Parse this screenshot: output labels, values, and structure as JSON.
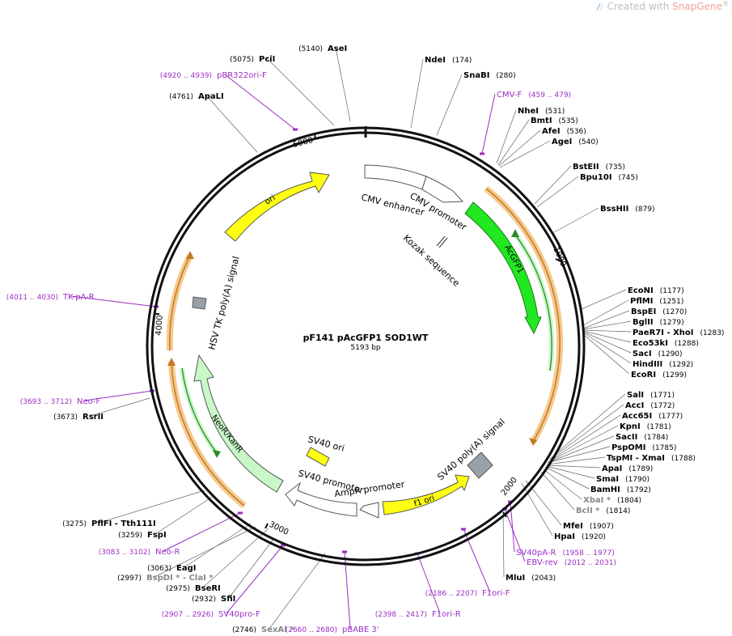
{
  "watermark": {
    "prefix": "Created with ",
    "brand": "SnapGene",
    "reg": "®"
  },
  "plasmid": {
    "name": "pF141 pAcGFP1 SOD1WT",
    "length_label": "5193 bp"
  },
  "ticks": [
    "1000",
    "2000",
    "3000",
    "4000",
    "5000"
  ],
  "features": [
    {
      "label": "CMV enhancer"
    },
    {
      "label": "CMV promoter"
    },
    {
      "label": "Kozak sequence"
    },
    {
      "label": "AcGFP1"
    },
    {
      "label": "SV40 poly(A) signal"
    },
    {
      "label": "f1 ori"
    },
    {
      "label": "AmpR promoter"
    },
    {
      "label": "SV40 promoter"
    },
    {
      "label": "SV40 ori"
    },
    {
      "label": "NeoR/KanR"
    },
    {
      "label": "HSV TK poly(A) signal"
    },
    {
      "label": "ori"
    }
  ],
  "annotations": [
    {
      "kind": "site",
      "name": "AseI",
      "pos": "(5140)"
    },
    {
      "kind": "site",
      "name": "PciI",
      "pos": "(5075)"
    },
    {
      "kind": "primer",
      "name": "pBR322ori-F",
      "pos": "(4920 .. 4939)"
    },
    {
      "kind": "site",
      "name": "ApaLI",
      "pos": "(4761)"
    },
    {
      "kind": "site",
      "name": "NdeI",
      "pos": "(174)"
    },
    {
      "kind": "site",
      "name": "SnaBI",
      "pos": "(280)"
    },
    {
      "kind": "primer",
      "name": "CMV-F",
      "pos": "(459 .. 479)"
    },
    {
      "kind": "site",
      "name": "NheI",
      "pos": "(531)"
    },
    {
      "kind": "site",
      "name": "BmtI",
      "pos": "(535)"
    },
    {
      "kind": "site",
      "name": "AfeI",
      "pos": "(536)"
    },
    {
      "kind": "site",
      "name": "AgeI",
      "pos": "(540)"
    },
    {
      "kind": "site",
      "name": "BstEII",
      "pos": "(735)"
    },
    {
      "kind": "site",
      "name": "Bpu10I",
      "pos": "(745)"
    },
    {
      "kind": "site",
      "name": "BssHII",
      "pos": "(879)"
    },
    {
      "kind": "site",
      "name": "EcoNI",
      "pos": "(1177)"
    },
    {
      "kind": "site",
      "name": "PflMI",
      "pos": "(1251)"
    },
    {
      "kind": "site",
      "name": "BspEI",
      "pos": "(1270)"
    },
    {
      "kind": "site",
      "name": "BglII",
      "pos": "(1279)"
    },
    {
      "kind": "site",
      "name": "PaeR7I - XhoI",
      "pos": "(1283)"
    },
    {
      "kind": "site",
      "name": "Eco53kI",
      "pos": "(1288)"
    },
    {
      "kind": "site",
      "name": "SacI",
      "pos": "(1290)"
    },
    {
      "kind": "site",
      "name": "HindIII",
      "pos": "(1292)"
    },
    {
      "kind": "site",
      "name": "EcoRI",
      "pos": "(1299)"
    },
    {
      "kind": "site",
      "name": "SalI",
      "pos": "(1771)"
    },
    {
      "kind": "site",
      "name": "AccI",
      "pos": "(1772)"
    },
    {
      "kind": "site",
      "name": "Acc65I",
      "pos": "(1777)"
    },
    {
      "kind": "site",
      "name": "KpnI",
      "pos": "(1781)"
    },
    {
      "kind": "site",
      "name": "SacII",
      "pos": "(1784)"
    },
    {
      "kind": "site",
      "name": "PspOMI",
      "pos": "(1785)"
    },
    {
      "kind": "site",
      "name": "TspMI - XmaI",
      "pos": "(1788)"
    },
    {
      "kind": "site",
      "name": "ApaI",
      "pos": "(1789)"
    },
    {
      "kind": "site",
      "name": "SmaI",
      "pos": "(1790)"
    },
    {
      "kind": "site",
      "name": "BamHI",
      "pos": "(1792)"
    },
    {
      "kind": "gray",
      "name": "XbaI *",
      "pos": "(1804)"
    },
    {
      "kind": "gray",
      "name": "BclI *",
      "pos": "(1814)"
    },
    {
      "kind": "site",
      "name": "MfeI",
      "pos": "(1907)"
    },
    {
      "kind": "site",
      "name": "HpaI",
      "pos": "(1920)"
    },
    {
      "kind": "primer",
      "name": "SV40pA-R",
      "pos": "(1958 .. 1977)"
    },
    {
      "kind": "primer",
      "name": "EBV-rev",
      "pos": "(2012 .. 2031)"
    },
    {
      "kind": "site",
      "name": "MluI",
      "pos": "(2043)"
    },
    {
      "kind": "primer",
      "name": "F1ori-F",
      "pos": "(2186 .. 2207)"
    },
    {
      "kind": "primer",
      "name": "F1ori-R",
      "pos": "(2398 .. 2417)"
    },
    {
      "kind": "primer",
      "name": "pBABE 3'",
      "pos": "(2660 .. 2680)"
    },
    {
      "kind": "gray",
      "name": "SexAI *",
      "pos": "(2746)"
    },
    {
      "kind": "primer",
      "name": "SV40pro-F",
      "pos": "(2907 .. 2926)"
    },
    {
      "kind": "site",
      "name": "SfiI",
      "pos": "(2932)"
    },
    {
      "kind": "site",
      "name": "BseRI",
      "pos": "(2975)"
    },
    {
      "kind": "gray",
      "name": "BspDI * - ClaI *",
      "pos": "(2997)"
    },
    {
      "kind": "site",
      "name": "EagI",
      "pos": "(3063)"
    },
    {
      "kind": "primer",
      "name": "Neo-R",
      "pos": "(3083 .. 3102)"
    },
    {
      "kind": "site",
      "name": "FspI",
      "pos": "(3259)"
    },
    {
      "kind": "site",
      "name": "PflFI - Tth111I",
      "pos": "(3275)"
    },
    {
      "kind": "site",
      "name": "RsrII",
      "pos": "(3673)"
    },
    {
      "kind": "primer",
      "name": "Neo-F",
      "pos": "(3693 .. 3712)"
    },
    {
      "kind": "primer",
      "name": "TK-pA-R",
      "pos": "(4011 .. 4030)"
    }
  ],
  "colors": {
    "backbone": "#111111",
    "gfp": "#22e822",
    "neo": "#c8f8c8",
    "ori": "#ffff11",
    "orf": "#f4b45a",
    "primer": "#9b2fc4",
    "terminator": "#98a0a8"
  }
}
